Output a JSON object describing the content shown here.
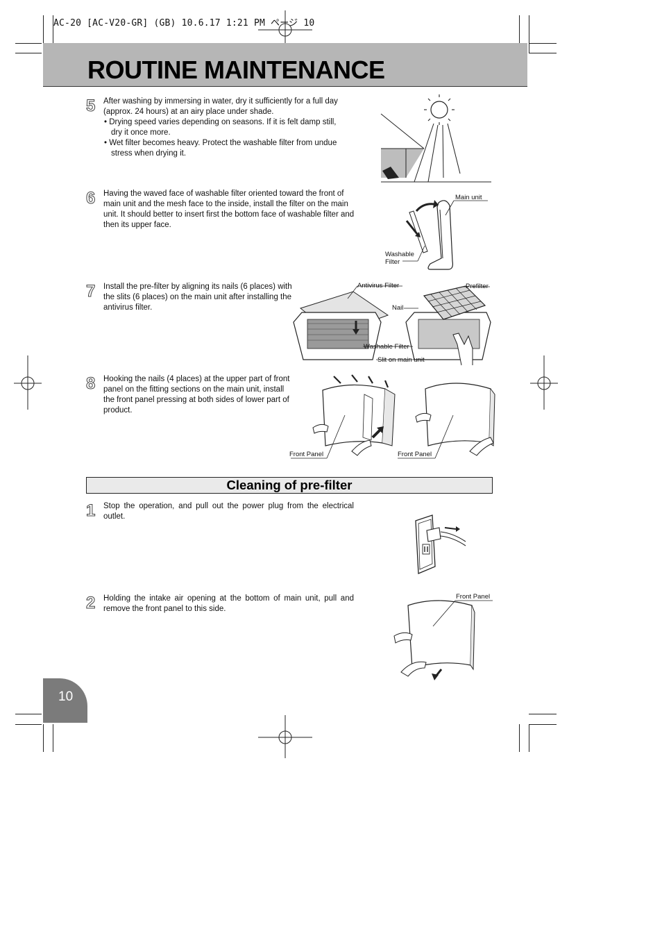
{
  "header": {
    "file_line": "AC-20 [AC-V20-GR] (GB)  10.6.17 1:21 PM  ページ 10"
  },
  "title": "ROUTINE MAINTENANCE",
  "steps_a": [
    {
      "num": "5",
      "paragraphs": [
        "After washing by immersing in water, dry it sufficiently for a full day (approx. 24 hours) at an airy place under shade."
      ],
      "bullets": [
        "• Drying speed varies depending on seasons. If it is felt damp still, dry it once more.",
        "• Wet filter becomes heavy. Protect the washable filter from undue stress when drying it."
      ]
    },
    {
      "num": "6",
      "paragraphs": [
        "Having the waved face of washable filter oriented toward the front of main unit and the mesh face to the inside, install the filter on the main unit. It should better to insert first the bottom face of washable filter and then its upper face."
      ],
      "labels": [
        "Main unit",
        "Washable",
        "Filter"
      ]
    },
    {
      "num": "7",
      "paragraphs": [
        "Install the pre-filter by aligning its nails (6 places) with the slits (6 places) on the main unit after installing the antivirus filter."
      ],
      "labels": [
        "Antivirus Filter",
        "Prefilter",
        "Nail",
        "Washable Filter",
        "Slit on main unit"
      ]
    },
    {
      "num": "8",
      "paragraphs": [
        "Hooking the nails (4 places) at the upper part of front panel on the fitting sections on the main unit, install the front panel pressing at both sides of lower part of product."
      ],
      "labels": [
        "Front Panel",
        "Front Panel"
      ]
    }
  ],
  "section": {
    "title": "Cleaning of pre-filter"
  },
  "steps_b": [
    {
      "num": "1",
      "paragraphs": [
        "Stop the operation, and pull out the power plug from the electrical outlet."
      ]
    },
    {
      "num": "2",
      "paragraphs": [
        "Holding the intake air opening at the bottom of main unit, pull and remove the front panel to this side."
      ],
      "labels": [
        "Front Panel"
      ]
    }
  ],
  "page_number": "10",
  "colors": {
    "title_bar": "#b6b6b6",
    "page_tab": "#7b7b7b",
    "section_bg": "#eaeaea"
  },
  "icons": [
    "sun-icon",
    "wall-outlet-icon",
    "crop-mark-icon"
  ]
}
